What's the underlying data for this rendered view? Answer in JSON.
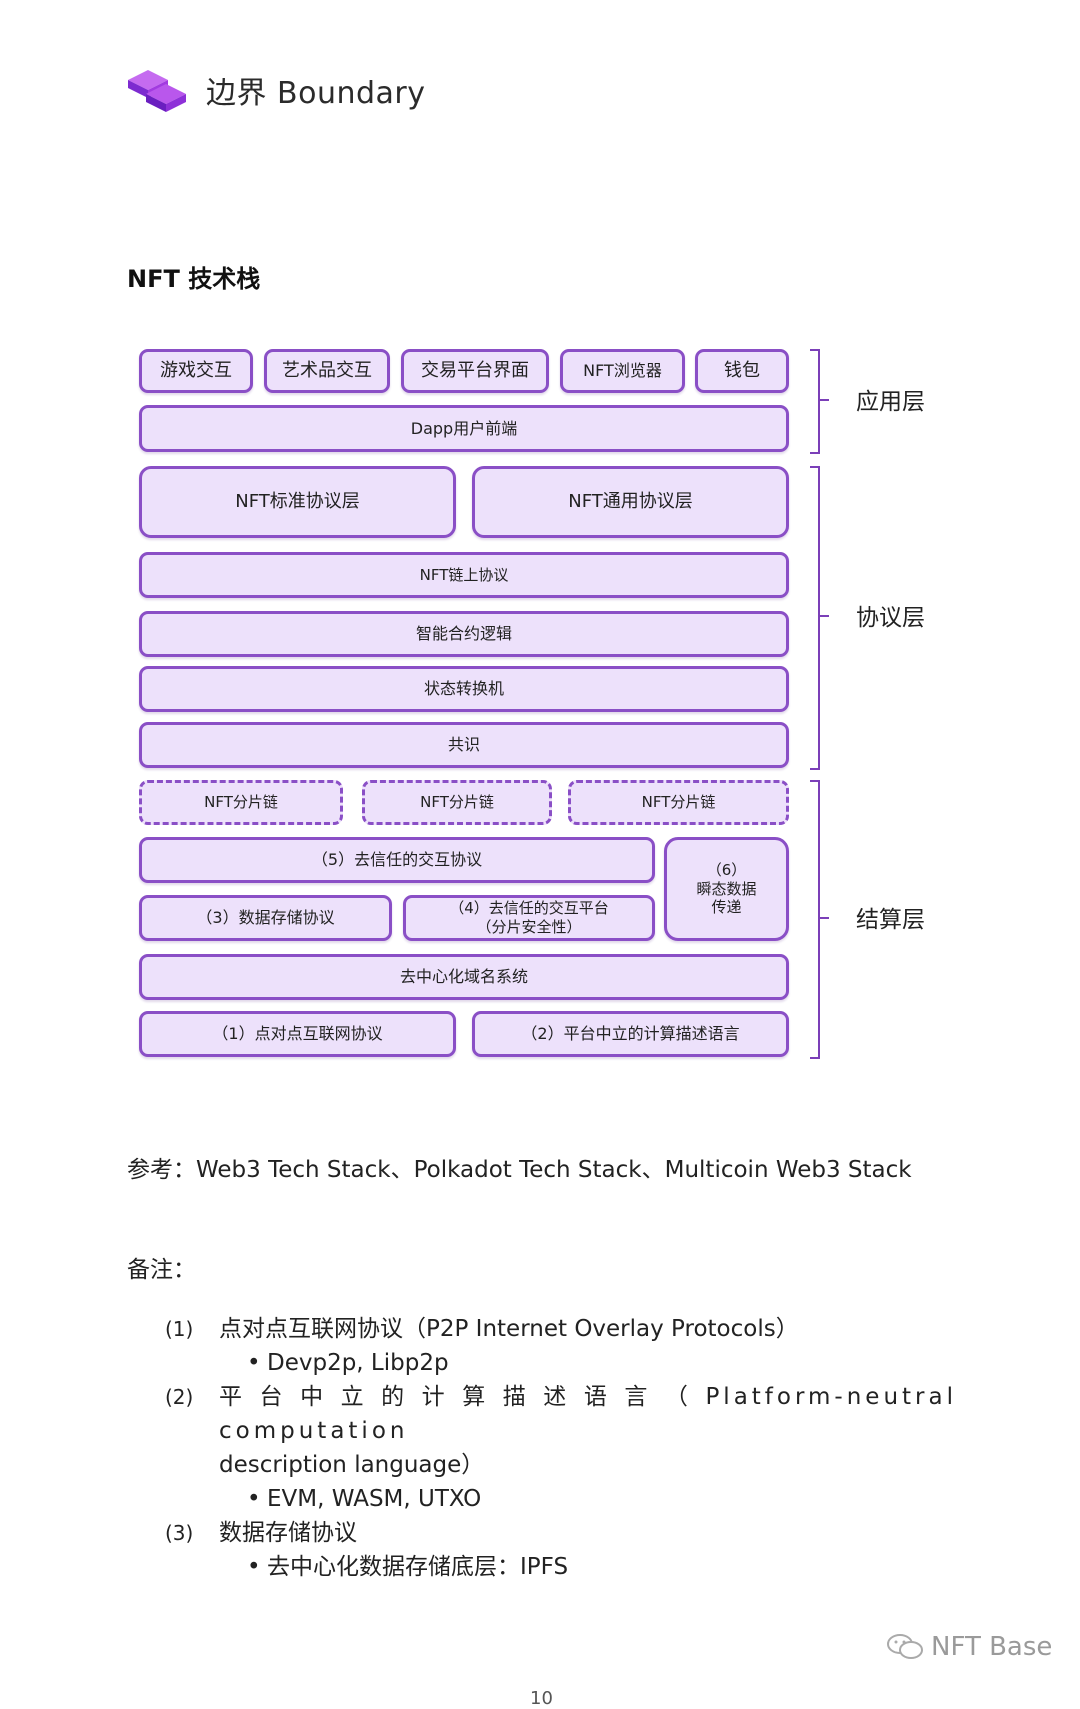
{
  "logo": {
    "text": "边界 Boundary",
    "accent": "#a23be0",
    "icon": "boundary-logo-icon"
  },
  "heading": "NFT 技术栈",
  "diagram": {
    "app_layer": {
      "label": "应用层",
      "row1": [
        "游戏交互",
        "艺术品交互",
        "交易平台界面",
        "NFT浏览器",
        "钱包"
      ],
      "frontend": "Dapp用户前端"
    },
    "protocol_layer": {
      "label": "协议层",
      "standard": "NFT标准协议层",
      "general": "NFT通用协议层",
      "onchain": "NFT链上协议",
      "smart_contract": "智能合约逻辑",
      "state_machine": "状态转换机",
      "consensus": "共识"
    },
    "settlement_layer": {
      "label": "结算层",
      "shards": [
        "NFT分片链",
        "NFT分片链",
        "NFT分片链"
      ],
      "trustless_protocol": "（5）去信任的交互协议",
      "ephemeral": "（6）\n瞬态数据\n传递",
      "storage": "（3）数据存储协议",
      "trustless_platform": "（4）去信任的交互平台\n（分片安全性）",
      "dns": "去中心化域名系统",
      "p2p": "（1）点对点互联网协议",
      "computation": "（2）平台中立的计算描述语言"
    },
    "colors": {
      "box_fill": "#ede1fb",
      "box_border": "#8a4fc6",
      "bracket": "#7b3fb8"
    }
  },
  "reference": "参考：Web3 Tech Stack、Polkadot Tech Stack、Multicoin Web3 Stack",
  "notes": {
    "title": "备注：",
    "items": [
      {
        "num": "(1)",
        "text": "点对点互联网协议（P2P Internet Overlay Protocols）",
        "bullet": "Devp2p, Libp2p"
      },
      {
        "num": "(2)",
        "text": "平台中立的计算描述语言（Platform-neutral computation",
        "text2": "description language）",
        "bullet": "EVM, WASM, UTXO"
      },
      {
        "num": "(3)",
        "text": "数据存储协议",
        "bullet": "去中心化数据存储底层：IPFS"
      }
    ]
  },
  "watermark": {
    "text": "NFT Base",
    "icon": "wechat-icon"
  },
  "page_number": "10"
}
